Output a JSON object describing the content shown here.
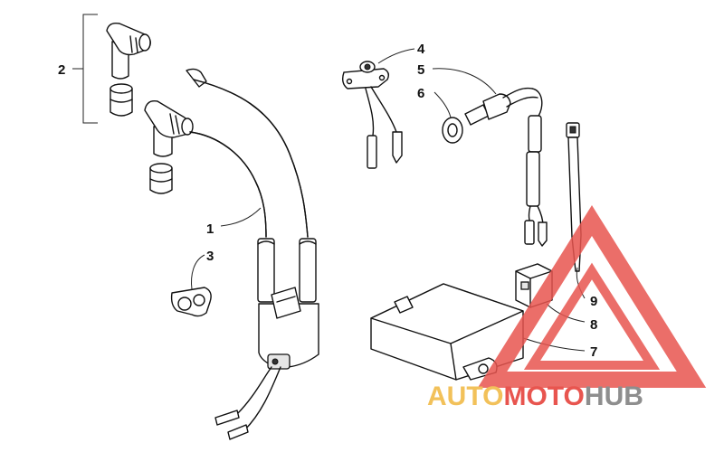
{
  "callouts": [
    {
      "id": "1",
      "label": "1"
    },
    {
      "id": "2",
      "label": "2"
    },
    {
      "id": "3",
      "label": "3"
    },
    {
      "id": "4",
      "label": "4"
    },
    {
      "id": "5",
      "label": "5"
    },
    {
      "id": "6",
      "label": "6"
    },
    {
      "id": "7",
      "label": "7"
    },
    {
      "id": "8",
      "label": "8"
    },
    {
      "id": "9",
      "label": "9"
    }
  ],
  "watermark": {
    "part1": "AUTO",
    "part2": "MOTO",
    "part3": "HUB",
    "colors": {
      "gold": "#f2c15a",
      "red": "#e8554f",
      "gray": "#8e8e8e"
    }
  }
}
